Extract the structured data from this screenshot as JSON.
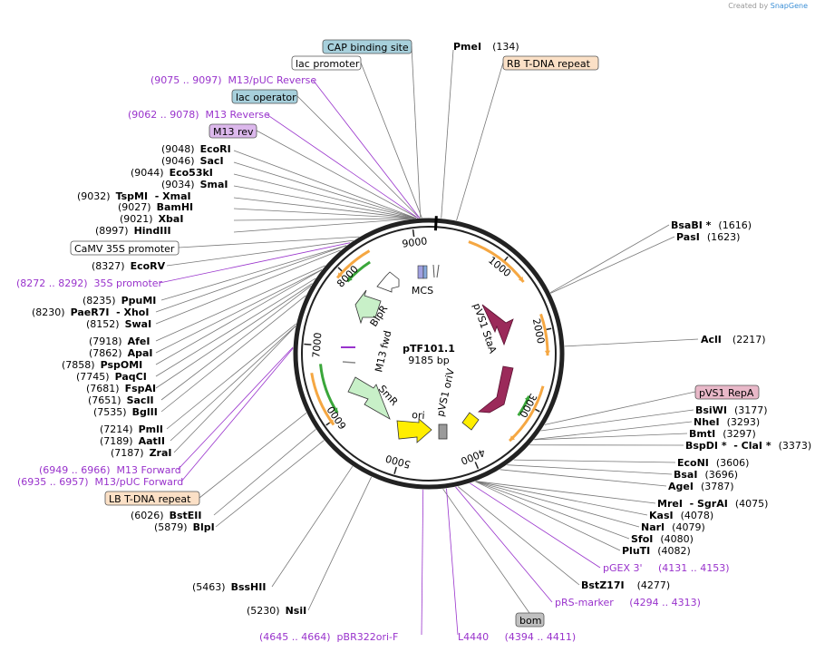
{
  "watermark": {
    "prefix": "Created by",
    "brand": "SnapGene"
  },
  "plasmid": {
    "name": "pTF101.1",
    "size_label": "9185 bp",
    "length_bp": 9185
  },
  "ring_ticks": [
    {
      "bp": 1000,
      "label": "1000"
    },
    {
      "bp": 2000,
      "label": "2000"
    },
    {
      "bp": 3000,
      "label": "3000"
    },
    {
      "bp": 4000,
      "label": "4000"
    },
    {
      "bp": 5000,
      "label": "5000"
    },
    {
      "bp": 6000,
      "label": "6000"
    },
    {
      "bp": 7000,
      "label": "7000"
    },
    {
      "bp": 8000,
      "label": "8000"
    },
    {
      "bp": 9000,
      "label": "9000"
    }
  ],
  "feature_labels": [
    {
      "text": "MCS",
      "key": "mcs"
    },
    {
      "text": "pVS1 StaA",
      "key": "pvs1-staa"
    },
    {
      "text": "pVS1 oriV",
      "key": "pvs1-oriv"
    },
    {
      "text": "ori",
      "key": "ori"
    },
    {
      "text": "SmR",
      "key": "smr"
    },
    {
      "text": "M13 fwd",
      "key": "m13-fwd"
    },
    {
      "text": "BlpR",
      "key": "blpr"
    }
  ],
  "boxed_labels": [
    {
      "text": "CAP binding site",
      "fill": "#a7d0dc",
      "bp": 9095
    },
    {
      "text": "lac promoter",
      "fill": "#ffffff",
      "bp": 9110
    },
    {
      "text": "lac operator",
      "fill": "#a7d0dc",
      "bp": 9085
    },
    {
      "text": "M13 rev",
      "fill": "#dcb8ec",
      "bp": 9070
    },
    {
      "text": "CaMV 35S promoter",
      "fill": "#ffffff",
      "bp": 8400
    },
    {
      "text": "LB T-DNA repeat",
      "fill": "#fbe0c6",
      "bp": 6230
    },
    {
      "text": "RB T-DNA repeat",
      "fill": "#fbe0c6",
      "bp": 300
    },
    {
      "text": "pVS1 RepA",
      "fill": "#e8b8c8",
      "bp": 3100
    },
    {
      "text": "bom",
      "fill": "#c0c0c0",
      "bp": 4440
    }
  ],
  "sites": [
    {
      "name": "PmeI",
      "pos": "(134)",
      "bp": 134
    },
    {
      "name": "EcoRI",
      "pos": "(9048)",
      "bp": 9048
    },
    {
      "name": "SacI",
      "pos": "(9046)",
      "bp": 9046
    },
    {
      "name": "Eco53kI",
      "pos": "(9044)",
      "bp": 9044
    },
    {
      "name": "SmaI",
      "pos": "(9034)",
      "bp": 9034
    },
    {
      "name": "TspMI  - XmaI",
      "pos": "(9032)",
      "bp": 9032
    },
    {
      "name": "BamHI",
      "pos": "(9027)",
      "bp": 9027
    },
    {
      "name": "XbaI",
      "pos": "(9021)",
      "bp": 9021
    },
    {
      "name": "HindIII",
      "pos": "(8997)",
      "bp": 8997
    },
    {
      "name": "EcoRV",
      "pos": "(8327)",
      "bp": 8327
    },
    {
      "name": "PpuMI",
      "pos": "(8235)",
      "bp": 8235
    },
    {
      "name": "PaeR7I  - XhoI",
      "pos": "(8230)",
      "bp": 8230
    },
    {
      "name": "SwaI",
      "pos": "(8152)",
      "bp": 8152
    },
    {
      "name": "AfeI",
      "pos": "(7918)",
      "bp": 7918
    },
    {
      "name": "ApaI",
      "pos": "(7862)",
      "bp": 7862
    },
    {
      "name": "PspOMI",
      "pos": "(7858)",
      "bp": 7858
    },
    {
      "name": "PaqCI",
      "pos": "(7745)",
      "bp": 7745
    },
    {
      "name": "FspAI",
      "pos": "(7681)",
      "bp": 7681
    },
    {
      "name": "SacII",
      "pos": "(7651)",
      "bp": 7651
    },
    {
      "name": "BglII",
      "pos": "(7535)",
      "bp": 7535
    },
    {
      "name": "PmlI",
      "pos": "(7214)",
      "bp": 7214
    },
    {
      "name": "AatII",
      "pos": "(7189)",
      "bp": 7189
    },
    {
      "name": "ZraI",
      "pos": "(7187)",
      "bp": 7187
    },
    {
      "name": "BstEII",
      "pos": "(6026)",
      "bp": 6026
    },
    {
      "name": "BlpI",
      "pos": "(5879)",
      "bp": 5879
    },
    {
      "name": "BssHII",
      "pos": "(5463)",
      "bp": 5463
    },
    {
      "name": "NsiI",
      "pos": "(5230)",
      "bp": 5230
    },
    {
      "name": "BsaBI *",
      "pos": "(1616)",
      "bp": 1616
    },
    {
      "name": "PasI",
      "pos": "(1623)",
      "bp": 1623
    },
    {
      "name": "AclI",
      "pos": "(2217)",
      "bp": 2217
    },
    {
      "name": "BsiWI",
      "pos": "(3177)",
      "bp": 3177
    },
    {
      "name": "NheI",
      "pos": "(3293)",
      "bp": 3293
    },
    {
      "name": "BmtI",
      "pos": "(3297)",
      "bp": 3297
    },
    {
      "name": "BspDI *  - ClaI *",
      "pos": "(3373)",
      "bp": 3373
    },
    {
      "name": "EcoNI",
      "pos": "(3606)",
      "bp": 3606
    },
    {
      "name": "BsaI",
      "pos": "(3696)",
      "bp": 3696
    },
    {
      "name": "AgeI",
      "pos": "(3787)",
      "bp": 3787
    },
    {
      "name": "MreI  - SgrAI",
      "pos": "(4075)",
      "bp": 4075
    },
    {
      "name": "KasI",
      "pos": "(4078)",
      "bp": 4078
    },
    {
      "name": "NarI",
      "pos": "(4079)",
      "bp": 4079
    },
    {
      "name": "SfoI",
      "pos": "(4080)",
      "bp": 4080
    },
    {
      "name": "PluTI",
      "pos": "(4082)",
      "bp": 4082
    },
    {
      "name": "BstZ17I",
      "pos": "(4277)",
      "bp": 4277
    }
  ],
  "primers": [
    {
      "text": "(9075 .. 9097)  M13/pUC Reverse",
      "bp": 9086
    },
    {
      "text": "(9062 .. 9078)  M13 Reverse",
      "bp": 9070
    },
    {
      "text": "(8272 .. 8292)  35S promoter",
      "bp": 8282
    },
    {
      "text": "(6949 .. 6966)  M13 Forward",
      "bp": 6958
    },
    {
      "text": "(6935 .. 6957)  M13/pUC Forward",
      "bp": 6946
    },
    {
      "text": "pGEX 3'     (4131 .. 4153)",
      "bp": 4142
    },
    {
      "text": "pRS-marker     (4294 .. 4313)",
      "bp": 4303
    },
    {
      "text": "(4645 .. 4664)  pBR322ori-F",
      "bp": 4654
    },
    {
      "text": "L4440     (4394 .. 4411)",
      "bp": 4402
    }
  ],
  "colors": {
    "accent_primer": "#9933cc",
    "feature_orange": "#f5a742",
    "feature_green": "#3aa63a",
    "feature_maroon": "#9b2a5a",
    "feature_yellow": "#ffee00",
    "feature_lightgreen": "#c8f0c8"
  }
}
